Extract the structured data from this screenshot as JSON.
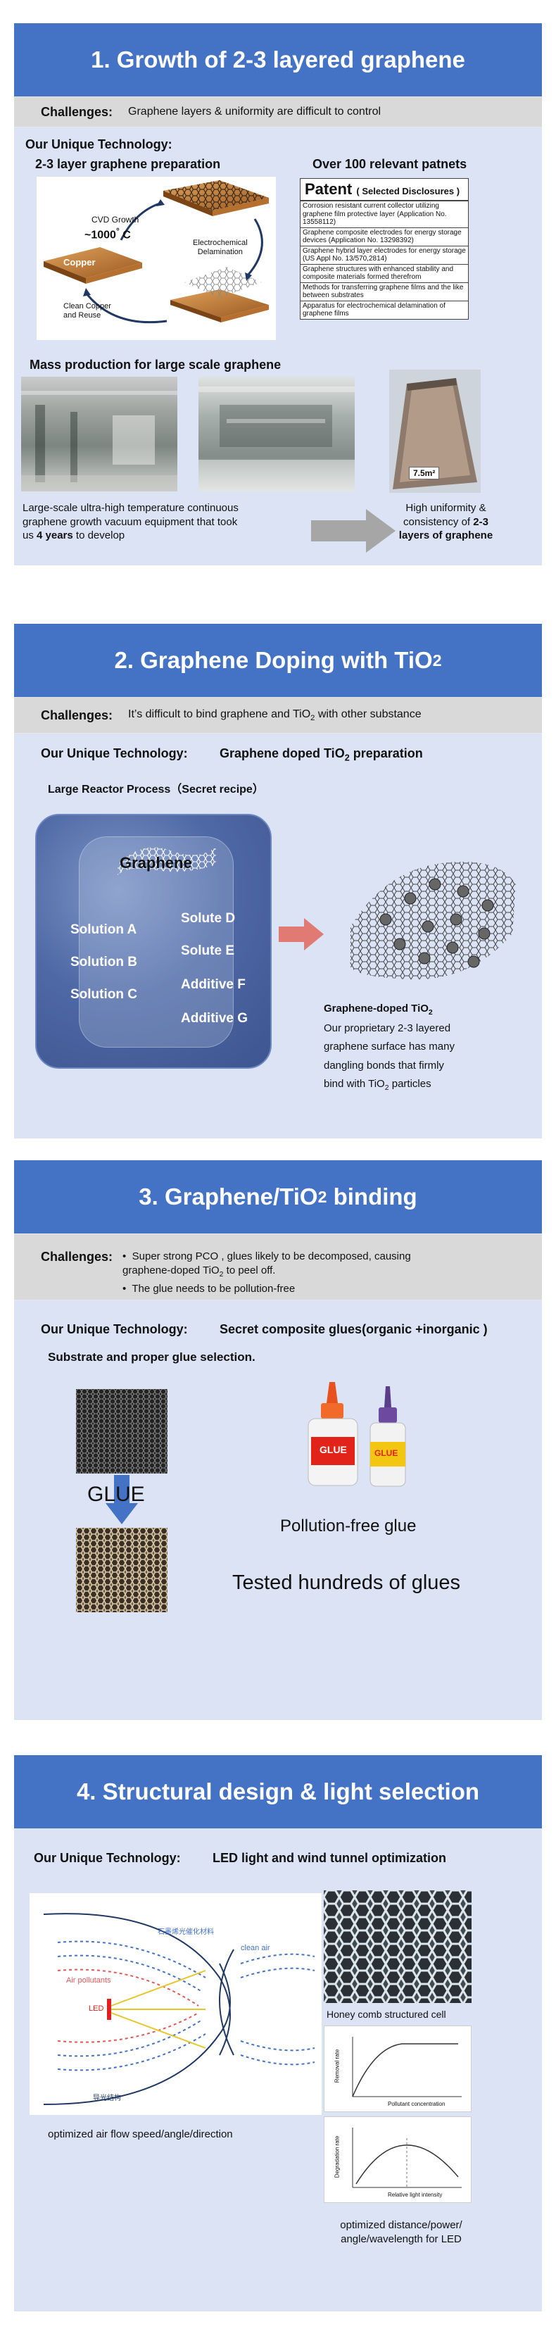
{
  "colors": {
    "panel_bg": "#dbe3f4",
    "title_bg": "#4472c4",
    "challenge_bg": "#d9d9d9",
    "arrow_gray": "#a6a6a6",
    "arrow_red": "#e07a73",
    "arrow_blue": "#4472c4"
  },
  "section1": {
    "title": "1. Growth of 2-3 layered graphene",
    "challenges_label": "Challenges:",
    "challenges_text": "Graphene layers & uniformity are difficult to control",
    "unique_tech": "Our Unique Technology:",
    "prep_title": "2-3 layer graphene preparation",
    "patents_title": "Over 100 relevant patnets",
    "diagram": {
      "cvd": "CVD Growth",
      "temp": "~1000",
      "deg": "°",
      "unit": "C",
      "copper": "Copper",
      "echem_1": "Electrochemical",
      "echem_2": "Delamination",
      "clean_1": "Clean Copper",
      "clean_2": "and Reuse"
    },
    "patent_table": {
      "head": "Patent",
      "head_sub": "( Selected Disclosures )",
      "rows": [
        "Corrosion resistant current collector utilizing graphene film protective layer (Application No. 13558112)",
        "Graphene composite electrodes for energy storage devices (Application No. 13298392)",
        "Graphene hybrid layer electrodes for energy storage (US Appl No. 13/570,2814)",
        "Graphene structures with enhanced stability and composite materials formed therefrom",
        "Methods for transferring graphene films and the like between substrates",
        "Apparatus for electrochemical delamination of graphene films"
      ]
    },
    "mass_title": "Mass production for large scale graphene",
    "dim_label": "7.5m²",
    "caption_left_1": "Large-scale ultra-high temperature continuous",
    "caption_left_2": "graphene growth vacuum equipment that took",
    "caption_left_3a": "us ",
    "caption_left_3b": "4 years",
    "caption_left_3c": " to develop",
    "caption_right_1": "High uniformity &",
    "caption_right_2": "consistency of ",
    "caption_right_2b": "2-3",
    "caption_right_3": "layers of graphene"
  },
  "section2": {
    "title_main": "2. Graphene Doping  with TiO",
    "title_sub": "2",
    "challenges_label": "Challenges:",
    "challenges_a": "It’s difficult to bind graphene and TiO",
    "challenges_sub": "2",
    "challenges_b": " with other substance",
    "unique_tech": "Our Unique Technology:",
    "tech_detail_a": "Graphene doped TiO",
    "tech_detail_sub": "2",
    "tech_detail_b": " preparation",
    "reactor_label": "Large Reactor Process（Secret recipe）",
    "graphene_label": "Graphene",
    "solutions_left": [
      "Solution A",
      "Solution B",
      "Solution C"
    ],
    "solutions_right": [
      "Solute D",
      "Solute E",
      "Additive F",
      "Additive G"
    ],
    "result_title_a": "Graphene-doped TiO",
    "result_title_sub": "2",
    "result_lines": [
      "Our proprietary 2-3 layered",
      "graphene surface has many",
      "dangling bonds that firmly"
    ],
    "result_last_a": "bind with TiO",
    "result_last_sub": "2",
    "result_last_b": " particles"
  },
  "section3": {
    "title_a": "3. Graphene/TiO",
    "title_sub": "2",
    "title_b": " binding",
    "challenges_label": "Challenges:",
    "bullet1_a": "Super strong PCO , glues likely to be decomposed, causing",
    "bullet1_b": "graphene-doped TiO",
    "bullet1_sub": "2",
    "bullet1_c": " to peel off.",
    "bullet2": "The glue needs to be pollution-free",
    "unique_tech": "Our Unique Technology:",
    "tech_detail": "Secret composite glues(organic +inorganic )",
    "substrate_label": "Substrate and proper glue selection.",
    "glue_label": "GLUE",
    "bottle_label": "GLUE",
    "pollution_free": "Pollution-free glue",
    "tested": "Tested hundreds of glues"
  },
  "section4": {
    "title": "4. Structural design & light selection",
    "unique_tech": "Our Unique Technology:",
    "tech_detail": "LED light and wind tunnel optimization",
    "diagram": {
      "top_label": "石墨烯光催化材料",
      "clean_air": "clean air",
      "pollutants": "Air pollutants",
      "led": "LED",
      "bottom_label": "导光结构"
    },
    "airflow_caption": "optimized air flow speed/angle/direction",
    "honeycomb_caption": "Honey comb structured  cell",
    "chart1": {
      "ylabel": "Removal rate",
      "xlabel": "Pollutant concentration"
    },
    "chart2": {
      "ylabel": "Degradation rate",
      "xlabel": "Relative light intensity"
    },
    "led_caption_1": "optimized distance/power/",
    "led_caption_2": "angle/wavelength for LED"
  }
}
